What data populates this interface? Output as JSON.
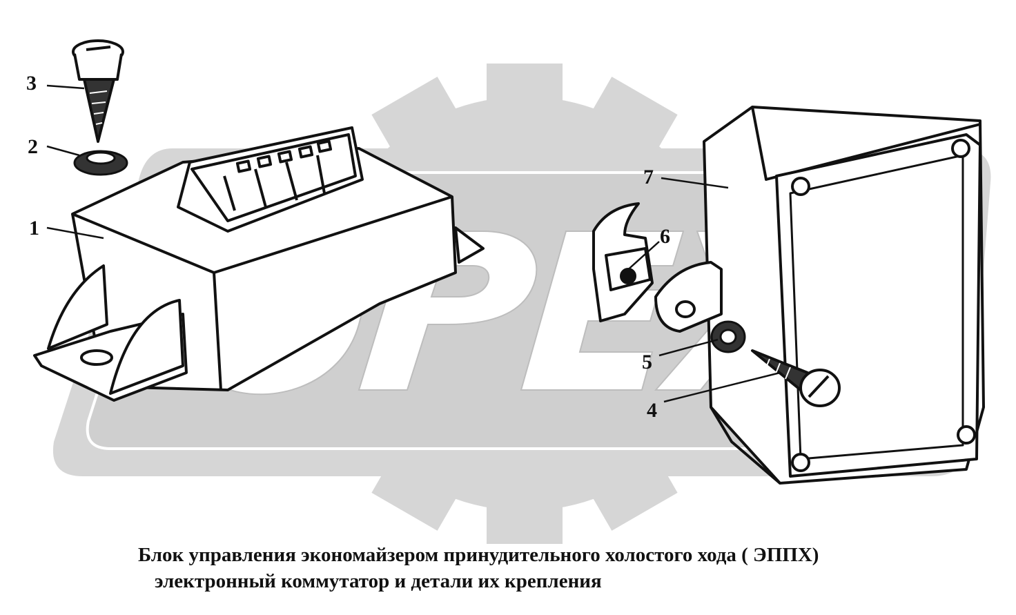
{
  "watermark": {
    "text": "OPEX",
    "gear_color": "#d6d6d6",
    "letter_color": "#ffffff"
  },
  "colors": {
    "ink": "#111111",
    "part_fill": "#ffffff",
    "paper": "#ffffff"
  },
  "parts": [
    {
      "number": "1",
      "name": "economizer-control-unit"
    },
    {
      "number": "2",
      "name": "washer"
    },
    {
      "number": "3",
      "name": "screw"
    },
    {
      "number": "4",
      "name": "self-tapping-screw"
    },
    {
      "number": "5",
      "name": "washer"
    },
    {
      "number": "6",
      "name": "clip"
    },
    {
      "number": "7",
      "name": "electronic-commutator"
    }
  ],
  "caption": {
    "line1": "Блок управления экономайзером  принудительного холостого хода ( ЭППХ)",
    "line2": "электронный коммутатор и детали их крепления"
  }
}
